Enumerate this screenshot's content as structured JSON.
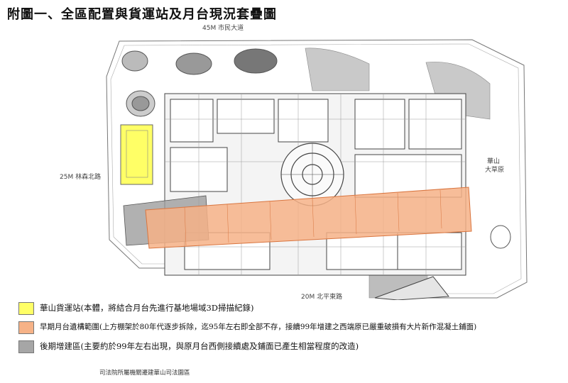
{
  "title": "附圖一、全區配置與貨運站及月台現況套疊圖",
  "roads": {
    "north": "45M 市民大道",
    "west": "25M 林森北路",
    "east_line1": "華山",
    "east_line2": "大草原",
    "south": "20M 北平東路"
  },
  "legend": [
    {
      "label": "華山貨運站(本體，將結合月台先進行基地場域3D掃描紀錄)",
      "color": "#ffff66"
    },
    {
      "label": "早期月台遺構範圍(上方棚架於80年代逐步拆除，迄95年左右即全部不存，接續99年增建之西端原已嚴重破損有大片新作混凝土鋪面)",
      "color": "#f6b287"
    },
    {
      "label": "後期增建區(主要約於99年左右出現，與原月台西側接續處及鋪面已產生相當程度的改造)",
      "color": "#a6a6a6"
    }
  ],
  "caption": "司法院所屬機關遷建華山司法園區"
}
